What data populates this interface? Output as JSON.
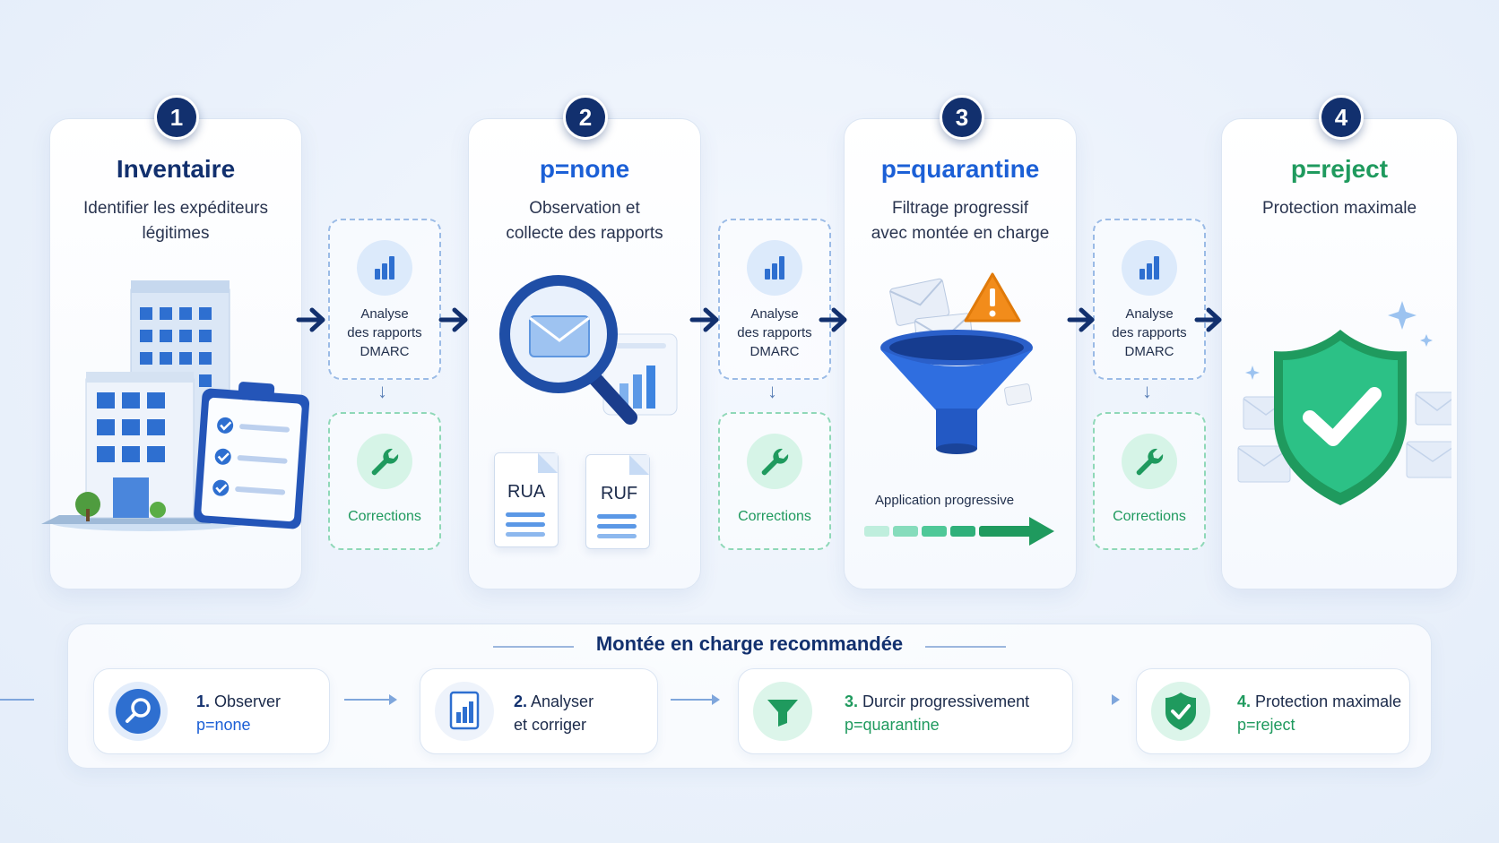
{
  "stages": [
    {
      "number": "1",
      "title": "Inventaire",
      "subtitle": "Identifier les expéditeurs\nlégitimes",
      "title_color": "#12306e"
    },
    {
      "number": "2",
      "title": "p=none",
      "subtitle": "Observation et\ncollecte des rapports",
      "title_color": "#1b5fd6",
      "doc1": "RUA",
      "doc2": "RUF"
    },
    {
      "number": "3",
      "title": "p=quarantine",
      "subtitle": "Filtrage progressif\navec montée en charge",
      "title_color": "#1b5fd6",
      "progress_label": "Application progressive"
    },
    {
      "number": "4",
      "title": "p=reject",
      "subtitle": "Protection maximale",
      "title_color": "#1f9a5e"
    }
  ],
  "transitions": [
    {
      "analysis": "Analyse\ndes rapports\nDMARC",
      "corrections": "Corrections"
    },
    {
      "analysis": "Analyse\ndes rapports\nDMARC",
      "corrections": "Corrections"
    },
    {
      "analysis": "Analyse\ndes rapports\nDMARC",
      "corrections": "Corrections"
    }
  ],
  "rollout": {
    "title": "Montée en charge recommandée",
    "steps": [
      {
        "num": "1.",
        "label": "Observer",
        "policy": "p=none",
        "icon": "magnifier-icon",
        "color": "#1b5fd6"
      },
      {
        "num": "2.",
        "label": "Analyser",
        "policy": "et corriger",
        "icon": "report-chart-icon",
        "color": "#1b2a4a"
      },
      {
        "num": "3.",
        "label": "Durcir progressivement",
        "policy": "p=quarantine",
        "icon": "funnel-icon",
        "color": "#1f9a5e"
      },
      {
        "num": "4.",
        "label": "Protection maximale",
        "policy": "p=reject",
        "icon": "shield-check-icon",
        "color": "#1f9a5e"
      }
    ]
  },
  "colors": {
    "navy": "#12306e",
    "blue": "#1b5fd6",
    "green": "#1f9a5e"
  }
}
